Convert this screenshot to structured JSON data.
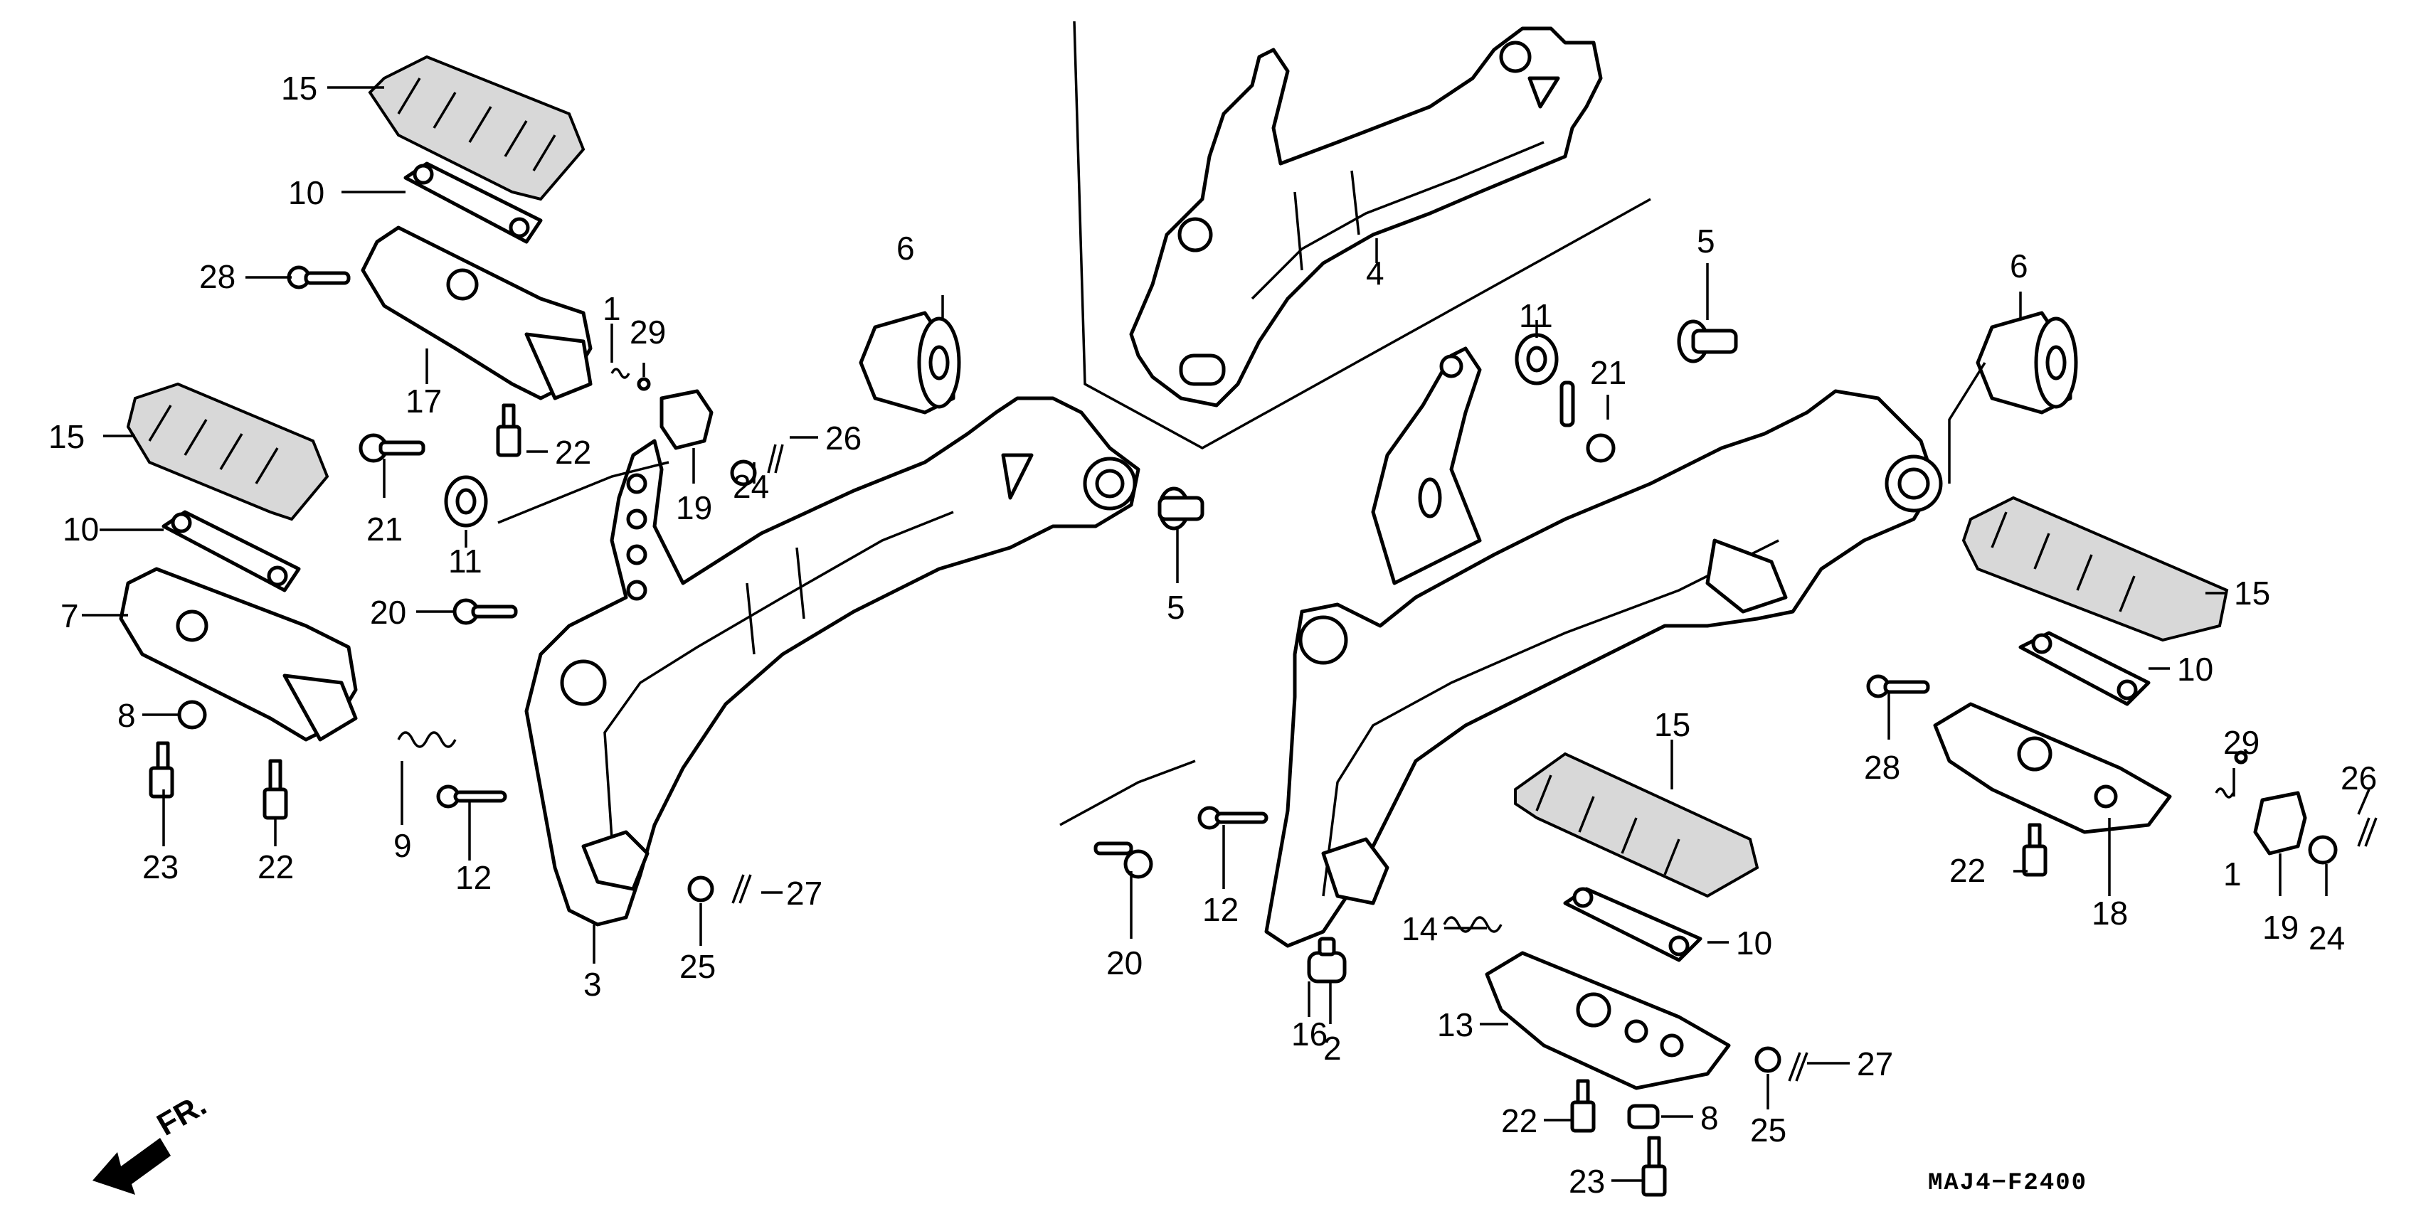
{
  "diagram": {
    "drawing_code": "MAJ4−F2400",
    "direction_label": "FR.",
    "labels": {
      "p1a": "1",
      "p1b": "1",
      "p2": "2",
      "p3": "3",
      "p4": "4",
      "p5a": "5",
      "p5b": "5",
      "p6a": "6",
      "p6b": "6",
      "p7": "7",
      "p8a": "8",
      "p8b": "8",
      "p9": "9",
      "p10a": "10",
      "p10b": "10",
      "p10c": "10",
      "p10d": "10",
      "p11a": "11",
      "p11b": "11",
      "p12a": "12",
      "p12b": "12",
      "p13": "13",
      "p14": "14",
      "p15a": "15",
      "p15b": "15",
      "p15c": "15",
      "p15d": "15",
      "p16": "16",
      "p17": "17",
      "p18": "18",
      "p19a": "19",
      "p19b": "19",
      "p20a": "20",
      "p20b": "20",
      "p21a": "21",
      "p21b": "21",
      "p22a": "22",
      "p22b": "22",
      "p22c": "22",
      "p22d": "22",
      "p23a": "23",
      "p23b": "23",
      "p24a": "24",
      "p24b": "24",
      "p25a": "25",
      "p25b": "25",
      "p26a": "26",
      "p26b": "26",
      "p27a": "27",
      "p27b": "27",
      "p28a": "28",
      "p28b": "28",
      "p29a": "29",
      "p29b": "29"
    }
  }
}
